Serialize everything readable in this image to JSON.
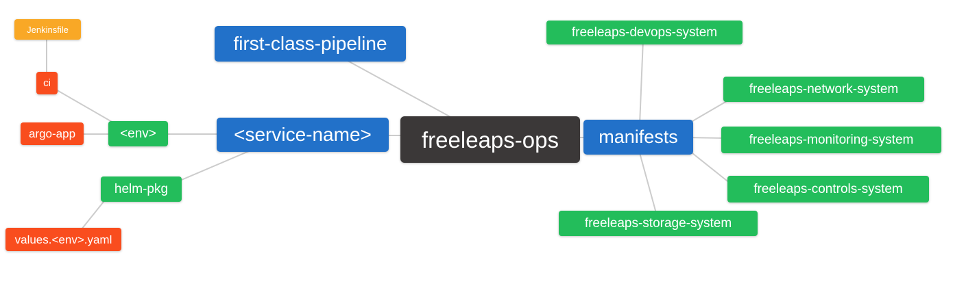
{
  "diagram": {
    "title": "freeleaps-ops mind map",
    "root": "freeleaps_ops",
    "nodes": {
      "jenkinsfile": {
        "label": "Jenkinsfile",
        "color": "#f9a826"
      },
      "ci": {
        "label": "ci",
        "color": "#f94d1e"
      },
      "argo_app": {
        "label": "argo-app",
        "color": "#f94d1e"
      },
      "env": {
        "label": "<env>",
        "color": "#23bd5b"
      },
      "helm_pkg": {
        "label": "helm-pkg",
        "color": "#23bd5b"
      },
      "values_env_yaml": {
        "label": "values.<env>.yaml",
        "color": "#f94d1e"
      },
      "service_name": {
        "label": "<service-name>",
        "color": "#2271c9"
      },
      "first_class_pipeline": {
        "label": "first-class-pipeline",
        "color": "#2271c9"
      },
      "freeleaps_ops": {
        "label": "freeleaps-ops",
        "color": "#3b3838"
      },
      "manifests": {
        "label": "manifests",
        "color": "#2271c9"
      },
      "devops_system": {
        "label": "freeleaps-devops-system",
        "color": "#23bd5b"
      },
      "network_system": {
        "label": "freeleaps-network-system",
        "color": "#23bd5b"
      },
      "monitoring_system": {
        "label": "freeleaps-monitoring-system",
        "color": "#23bd5b"
      },
      "controls_system": {
        "label": "freeleaps-controls-system",
        "color": "#23bd5b"
      },
      "storage_system": {
        "label": "freeleaps-storage-system",
        "color": "#23bd5b"
      }
    },
    "edges": [
      {
        "from": "jenkinsfile",
        "to": "ci"
      },
      {
        "from": "ci",
        "to": "env"
      },
      {
        "from": "argo_app",
        "to": "env"
      },
      {
        "from": "env",
        "to": "service_name"
      },
      {
        "from": "helm_pkg",
        "to": "service_name"
      },
      {
        "from": "values_env_yaml",
        "to": "helm_pkg"
      },
      {
        "from": "service_name",
        "to": "freeleaps_ops"
      },
      {
        "from": "first_class_pipeline",
        "to": "freeleaps_ops"
      },
      {
        "from": "freeleaps_ops",
        "to": "manifests"
      },
      {
        "from": "manifests",
        "to": "devops_system"
      },
      {
        "from": "manifests",
        "to": "network_system"
      },
      {
        "from": "manifests",
        "to": "monitoring_system"
      },
      {
        "from": "manifests",
        "to": "controls_system"
      },
      {
        "from": "manifests",
        "to": "storage_system"
      }
    ],
    "palette": {
      "orange": "#f9a826",
      "red_orange": "#f94d1e",
      "green": "#23bd5b",
      "blue": "#2271c9",
      "dark": "#3b3838",
      "edge_line": "#cccccc",
      "background": "#ffffff",
      "text": "#ffffff"
    }
  }
}
